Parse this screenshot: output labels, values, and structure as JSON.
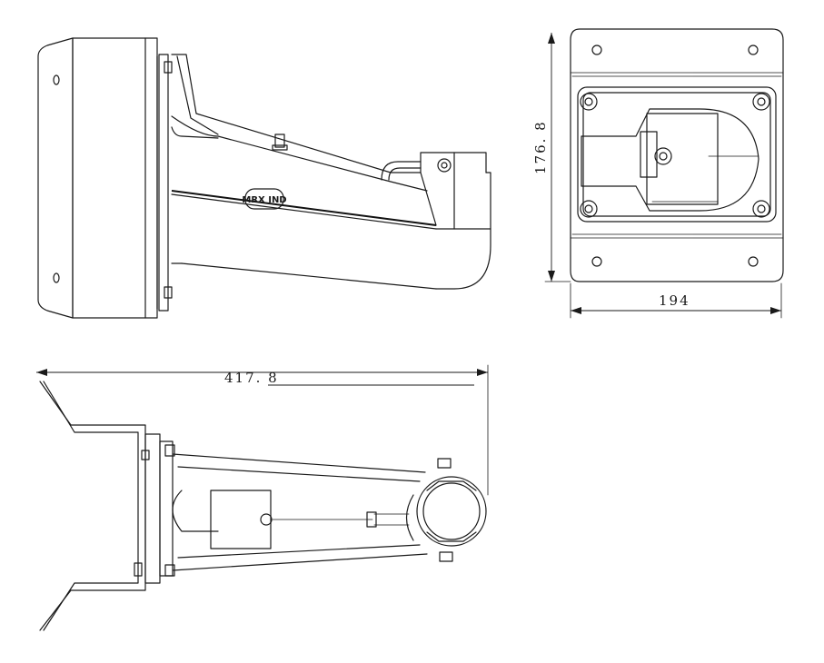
{
  "dimensions": {
    "height": "176. 8",
    "width": "194",
    "length": "417. 8"
  },
  "colors": {
    "line": "#1a1a1a",
    "background": "#ffffff"
  }
}
